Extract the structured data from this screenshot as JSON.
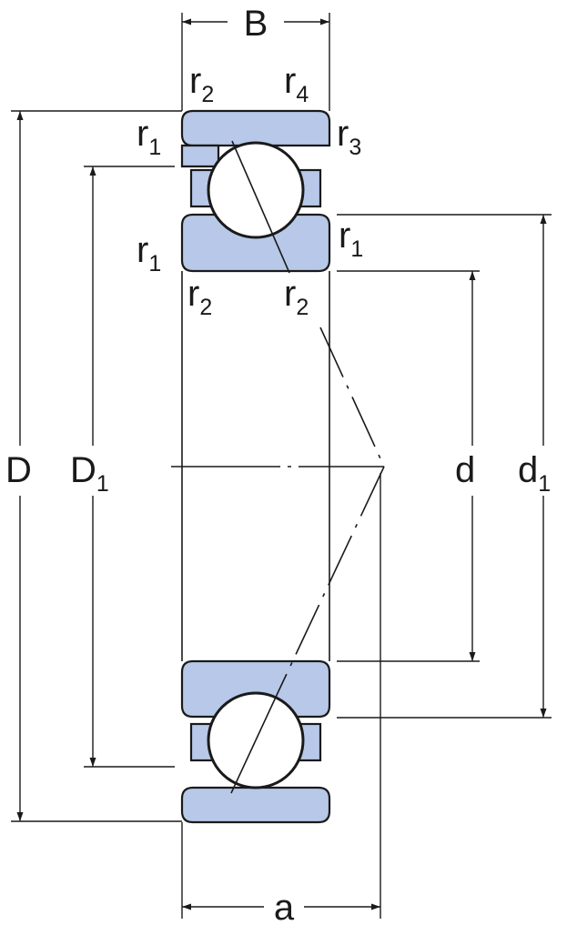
{
  "colors": {
    "ring_fill": "#b7c8e8",
    "stroke": "#1a1a1a",
    "background": "#ffffff"
  },
  "labels": {
    "B": "B",
    "D": {
      "main": "D",
      "sub": ""
    },
    "D1": {
      "main": "D",
      "sub": "1"
    },
    "d": {
      "main": "d",
      "sub": ""
    },
    "d1": {
      "main": "d",
      "sub": "1"
    },
    "a": "a",
    "r1": {
      "main": "r",
      "sub": "1"
    },
    "r2": {
      "main": "r",
      "sub": "2"
    },
    "r3": {
      "main": "r",
      "sub": "3"
    },
    "r4": {
      "main": "r",
      "sub": "4"
    }
  }
}
